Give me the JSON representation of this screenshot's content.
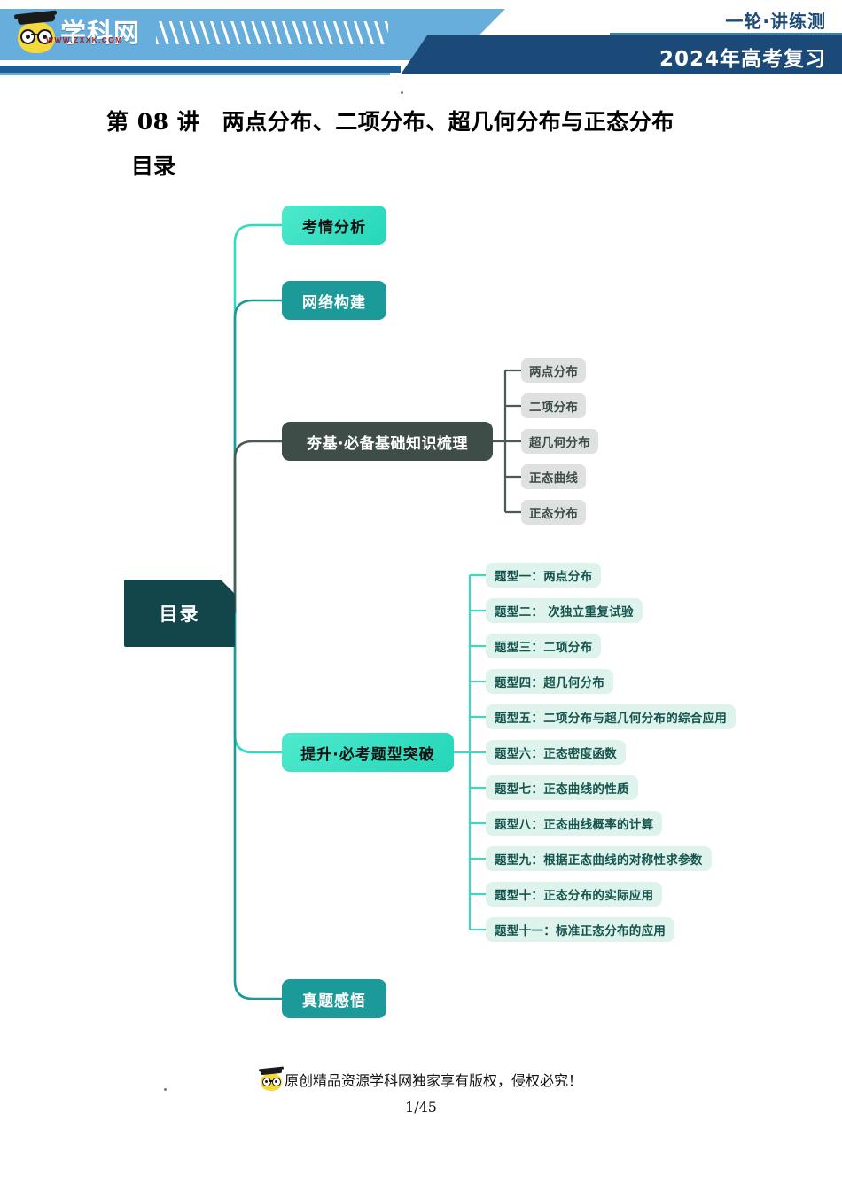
{
  "header": {
    "logo_brand": "学科网",
    "logo_url": "WWW.ZXXK.COM",
    "top_right": "一轮·讲练测",
    "bottom_right": "2024年高考复习"
  },
  "document": {
    "title": "第 08 讲　两点分布、二项分布、超几何分布与正态分布",
    "subtitle": "目录"
  },
  "mindmap": {
    "root": "目录",
    "branches": [
      {
        "label": "考情分析",
        "children": []
      },
      {
        "label": "网络构建",
        "children": []
      },
      {
        "label": "夯基·必备基础知识梳理",
        "children": [
          "两点分布",
          "二项分布",
          "超几何分布",
          "正态曲线",
          "正态分布"
        ]
      },
      {
        "label": "提升·必考题型突破",
        "children": [
          "题型一：两点分布",
          "题型二： 次独立重复试验",
          "题型三：二项分布",
          "题型四：超几何分布",
          "题型五：二项分布与超几何分布的综合应用",
          "题型六：正态密度函数",
          "题型七：正态曲线的性质",
          "题型八：正态曲线概率的计算",
          "题型九：根据正态曲线的对称性求参数",
          "题型十：正态分布的实际应用",
          "题型十一：标准正态分布的应用"
        ]
      },
      {
        "label": "真题感悟",
        "children": []
      }
    ],
    "colors": {
      "root_bg": "#13464a",
      "turquoise": "#2fdcc0",
      "teal": "#1b9a99",
      "slate": "#3f4d48",
      "gray_pill": "#dee1df",
      "mint_pill": "#ddf3ec",
      "mint_text": "#15544c"
    }
  },
  "footer": {
    "copyright": "原创精品资源学科网独家享有版权，侵权必究！",
    "page": "1/45"
  },
  "theme": {
    "banner_light_blue": "#68aedd",
    "banner_dark_blue": "#1b4a79"
  }
}
